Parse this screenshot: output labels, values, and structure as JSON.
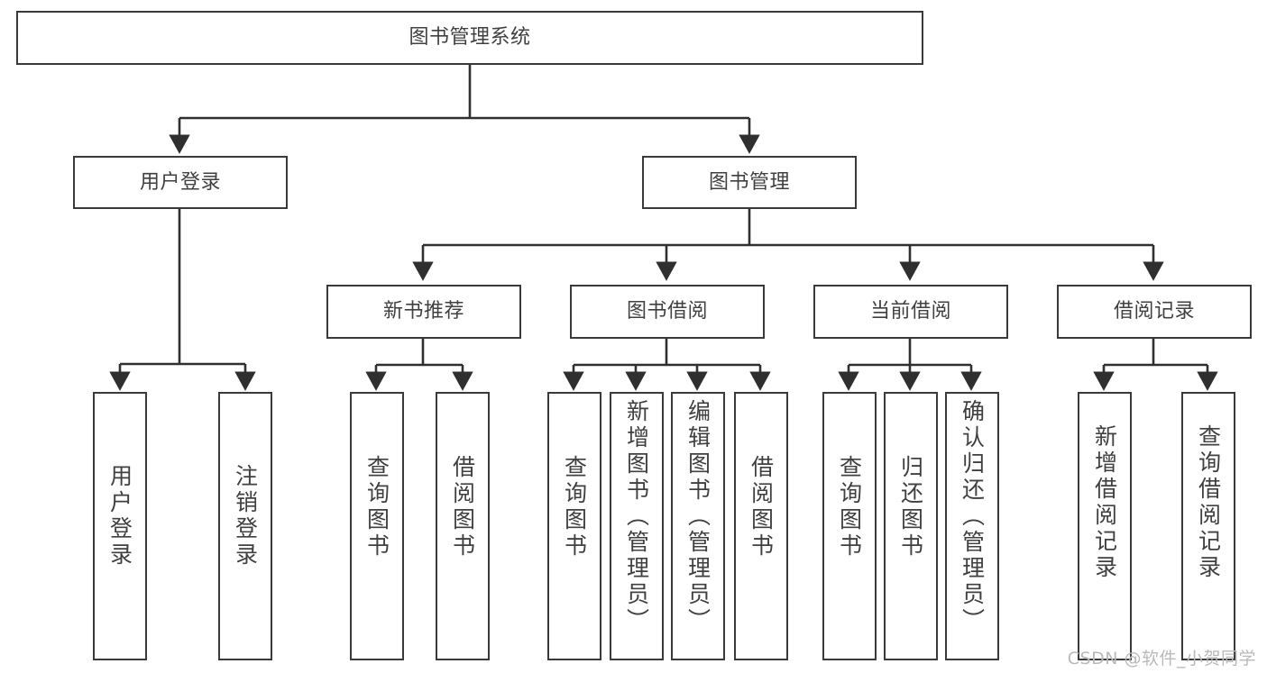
{
  "diagram": {
    "type": "hierarchy-tree",
    "title": "图书管理系统",
    "watermark": "CSDN @软件_小贺同学",
    "colors": {
      "box_border": "#3a3a3a",
      "box_fill": "#ffffff",
      "text": "#404040",
      "edge": "#2f2f2f",
      "watermark": "#b9b9b9"
    },
    "nodes": {
      "root": {
        "label": "图书管理系统"
      },
      "level1": [
        {
          "id": "user-login",
          "label": "用户登录"
        },
        {
          "id": "book-manage",
          "label": "图书管理"
        }
      ],
      "level2": [
        {
          "id": "new-book-rec",
          "label": "新书推荐"
        },
        {
          "id": "book-borrow",
          "label": "图书借阅"
        },
        {
          "id": "current-borrow",
          "label": "当前借阅"
        },
        {
          "id": "borrow-record",
          "label": "借阅记录"
        }
      ],
      "leaves": {
        "user-login": [
          {
            "id": "leaf-user-login",
            "label": "用户登录"
          },
          {
            "id": "leaf-logout",
            "label": "注销登录"
          }
        ],
        "new-book-rec": [
          {
            "id": "leaf-query-book-1",
            "label": "查询图书"
          },
          {
            "id": "leaf-borrow-book-1",
            "label": "借阅图书"
          }
        ],
        "book-borrow": [
          {
            "id": "leaf-query-book-2",
            "label": "查询图书"
          },
          {
            "id": "leaf-add-book",
            "label": "新增图书（管理员）"
          },
          {
            "id": "leaf-edit-book",
            "label": "编辑图书（管理员）"
          },
          {
            "id": "leaf-borrow-book-2",
            "label": "借阅图书"
          }
        ],
        "current-borrow": [
          {
            "id": "leaf-query-book-3",
            "label": "查询图书"
          },
          {
            "id": "leaf-return-book",
            "label": "归还图书"
          },
          {
            "id": "leaf-confirm-return",
            "label": "确认归还（管理员）"
          }
        ],
        "borrow-record": [
          {
            "id": "leaf-add-record",
            "label": "新增借阅记录"
          },
          {
            "id": "leaf-query-record",
            "label": "查询借阅记录"
          }
        ]
      }
    }
  }
}
